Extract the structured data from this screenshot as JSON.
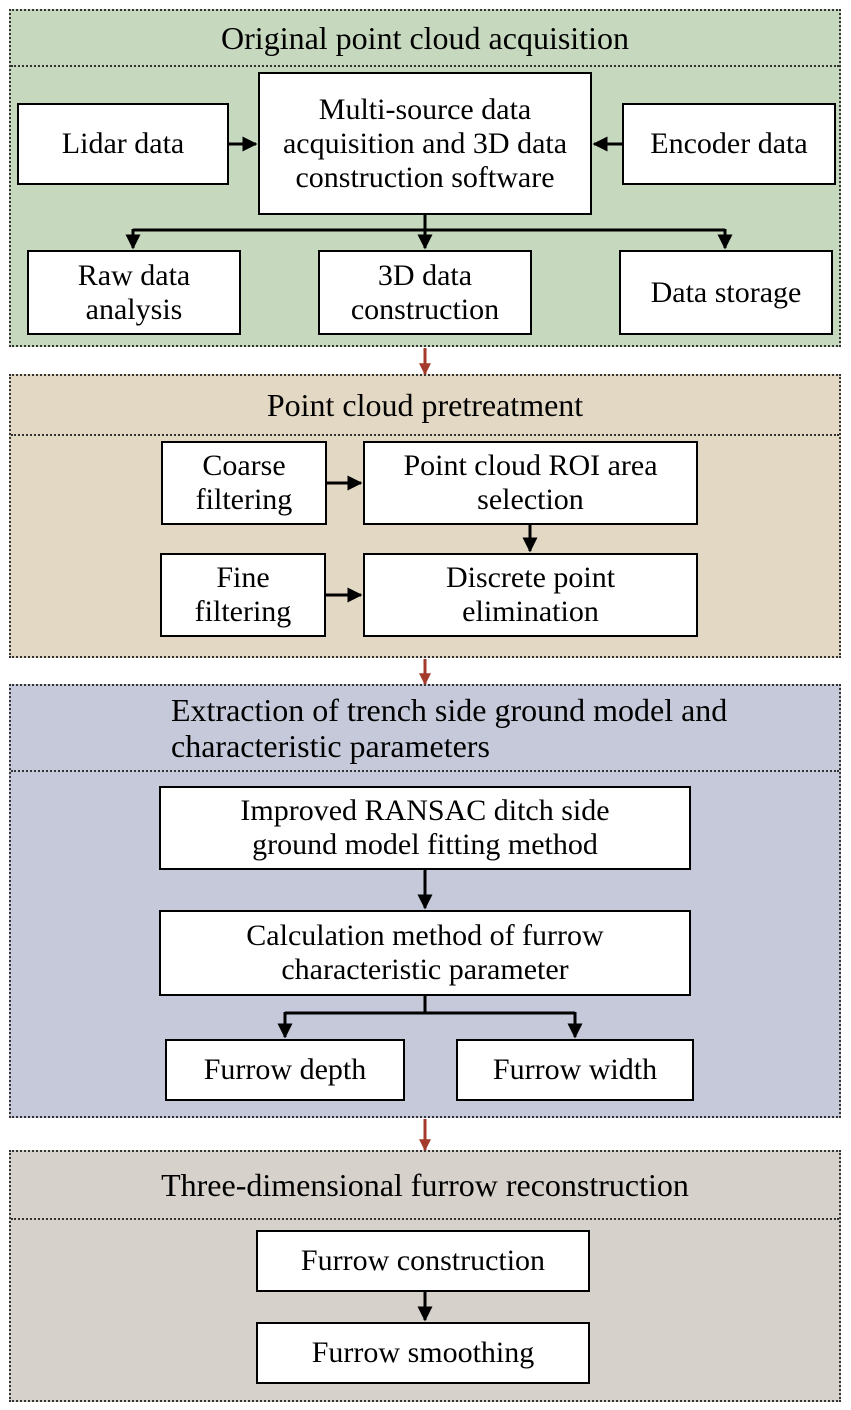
{
  "sections": {
    "acquisition": {
      "title": "Original point cloud acquisition",
      "lidar": "Lidar data",
      "software": "Multi-source data acquisition and 3D data construction software",
      "encoder": "Encoder data",
      "raw": "Raw data analysis",
      "construction3d": "3D data construction",
      "storage": "Data storage"
    },
    "pretreatment": {
      "title": "Point cloud pretreatment",
      "coarse": "Coarse filtering",
      "roi": "Point cloud ROI area selection",
      "fine": "Fine filtering",
      "discrete": "Discrete point elimination"
    },
    "extraction": {
      "title": "Extraction of trench side ground model and characteristic parameters",
      "ransac": "Improved RANSAC ditch side ground model fitting method",
      "calc": "Calculation method of furrow characteristic parameter",
      "depth": "Furrow depth",
      "width": "Furrow width"
    },
    "reconstruction": {
      "title": "Three-dimensional furrow reconstruction",
      "construction": "Furrow construction",
      "smoothing": "Furrow smoothing"
    }
  },
  "colors": {
    "acquisition_bg": "#c6d8be",
    "pretreatment_bg": "#e3d8c4",
    "extraction_bg": "#c5c9d9",
    "reconstruction_bg": "#d6d2cb",
    "connector_arrow": "#a33a2c"
  }
}
